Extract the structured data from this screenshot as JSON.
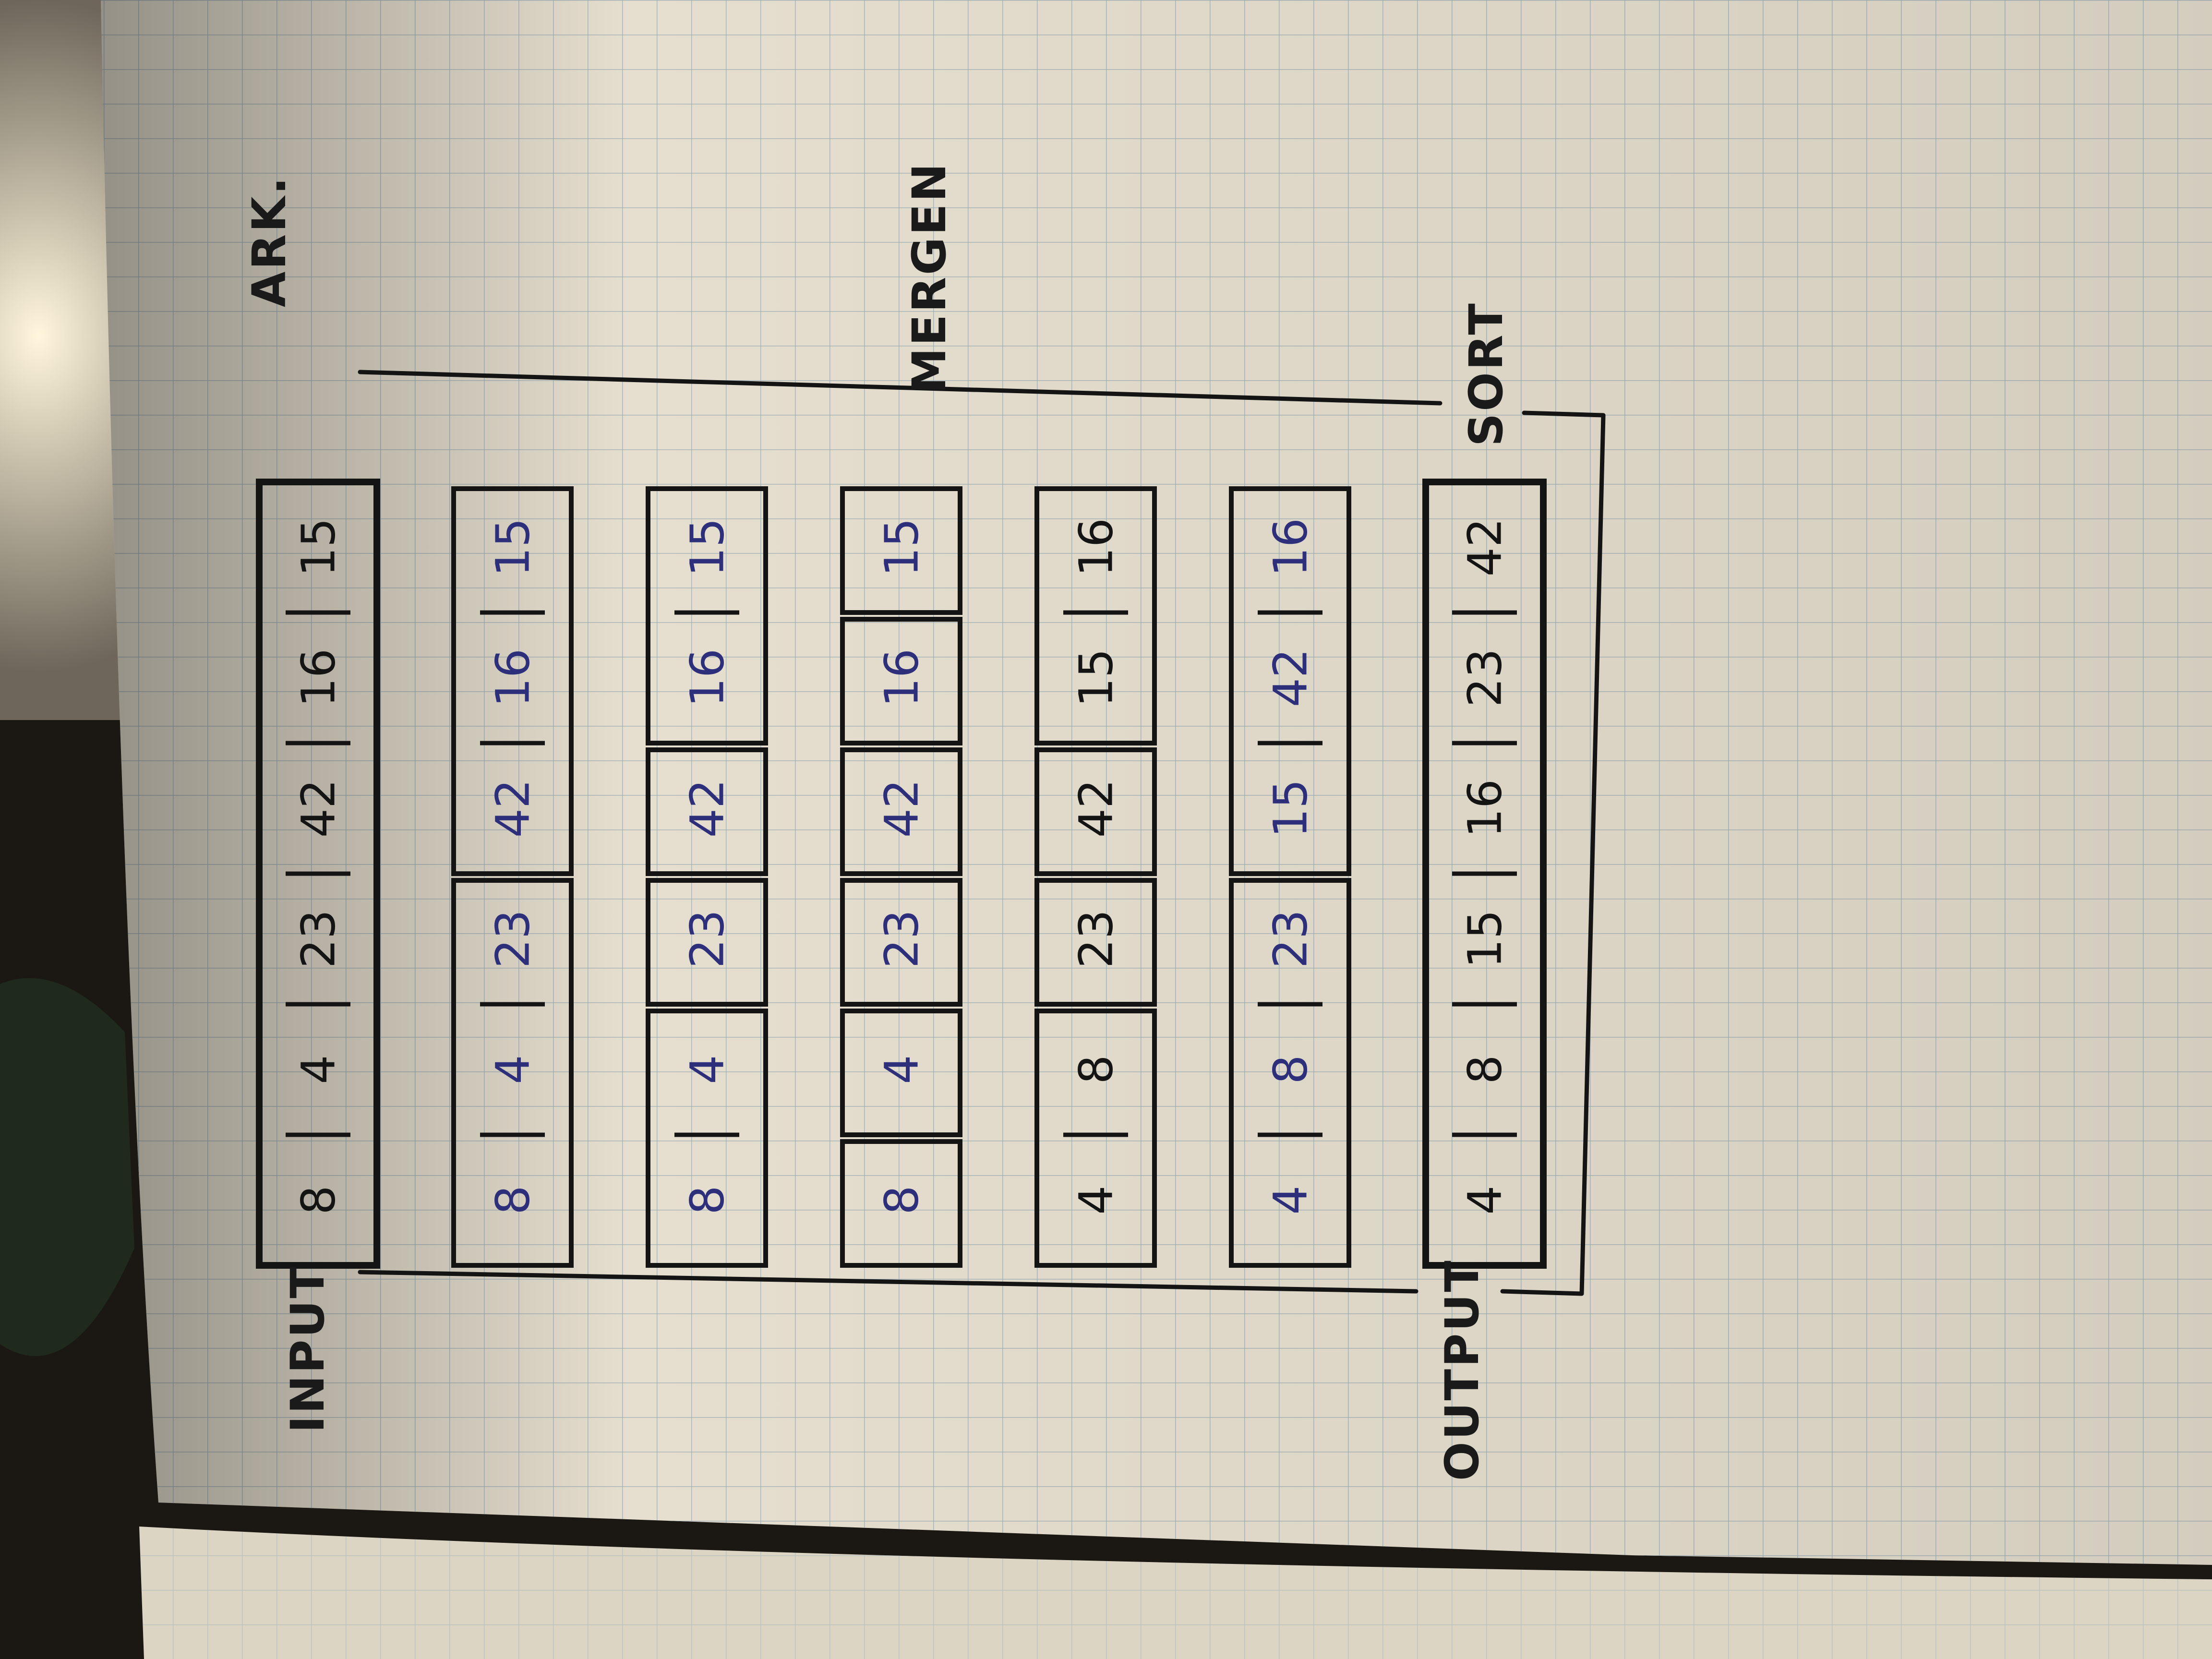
{
  "diagram": {
    "labels": {
      "input": "INPUT",
      "split": "ARK.",
      "merge": "MERGEN",
      "sort": "SORT",
      "output": "OUTPUT"
    },
    "rows": [
      {
        "ink": "#141414",
        "groups": [
          [
            8,
            4,
            23,
            42,
            16,
            15
          ]
        ]
      },
      {
        "ink": "#2d2f7a",
        "groups": [
          [
            8,
            4,
            23
          ],
          [
            42,
            16,
            15
          ]
        ]
      },
      {
        "ink": "#2d2f7a",
        "groups": [
          [
            8,
            4
          ],
          [
            23
          ],
          [
            42
          ],
          [
            16,
            15
          ]
        ]
      },
      {
        "ink": "#2d2f7a",
        "groups": [
          [
            8
          ],
          [
            4
          ],
          [
            23
          ],
          [
            42
          ],
          [
            16
          ],
          [
            15
          ]
        ]
      },
      {
        "ink": "#141414",
        "groups": [
          [
            4,
            8
          ],
          [
            23
          ],
          [
            42
          ],
          [
            15,
            16
          ]
        ]
      },
      {
        "ink": "#2d2f7a",
        "groups": [
          [
            4,
            8,
            23
          ],
          [
            15,
            42,
            16
          ]
        ]
      },
      {
        "ink": "#141414",
        "groups": [
          [
            4,
            8,
            15,
            16,
            23,
            42
          ]
        ]
      }
    ]
  },
  "colors": {
    "paper": "#e6dfcf",
    "grid": "#a9b6bb",
    "pencil": "#141414",
    "blue_ink": "#2d2f7a",
    "background": "#1b1813"
  }
}
